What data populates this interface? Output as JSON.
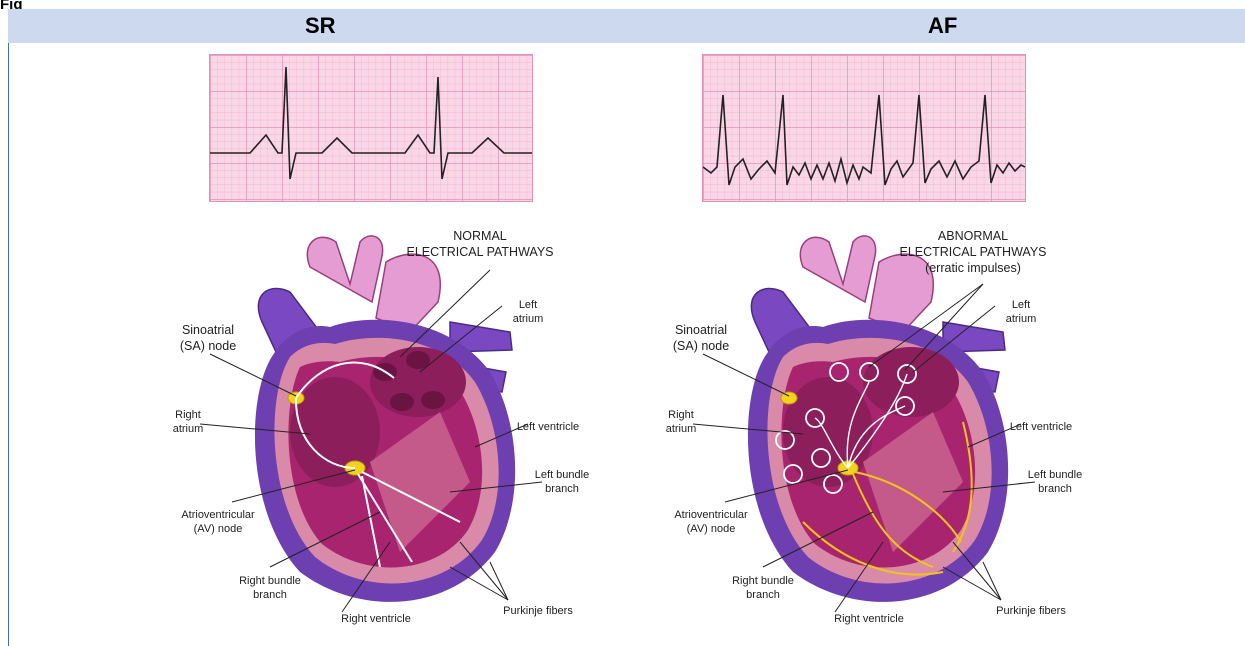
{
  "figure": {
    "label": "Fig"
  },
  "columns": [
    {
      "heading": "SR",
      "title_lines": [
        "NORMAL",
        "ELECTRICAL PATHWAYS"
      ]
    },
    {
      "heading": "AF",
      "title_lines": [
        "ABNORMAL",
        "ELECTRICAL PATHWAYS",
        "(erratic impulses)"
      ]
    }
  ],
  "labels": {
    "sa_node": [
      "Sinoatrial",
      "(SA) node"
    ],
    "right_atrium": [
      "Right",
      "atrium"
    ],
    "av_node": [
      "Atrioventricular",
      "(AV) node"
    ],
    "right_bundle": [
      "Right bundle",
      "branch"
    ],
    "right_ventricle": "Right ventricle",
    "left_atrium": [
      "Left",
      "atrium"
    ],
    "left_ventricle": "Left ventricle",
    "left_bundle": [
      "Left bundle",
      "branch"
    ],
    "purkinje": "Purkinje fibers"
  },
  "colors": {
    "header_bg": "#ccd9ee",
    "ecg_bg": "#f9d7e6",
    "ecg_grid": "#e58fb6",
    "heart_outer": "#6e3fb0",
    "heart_muscle": "#a8246e",
    "heart_inner": "#d98aa8",
    "aorta": "#e59cd2",
    "node": "#f2d21a"
  }
}
